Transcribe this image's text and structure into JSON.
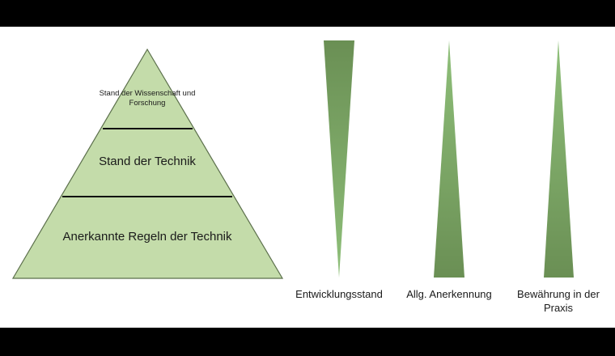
{
  "colors": {
    "background": "#ffffff",
    "letterbox": "#000000",
    "pyramid_fill": "#c4dcaa",
    "pyramid_stroke": "#5b6f4b",
    "divider": "#111111",
    "wedge_dark": "#6a8f54",
    "wedge_light": "#8fc07a",
    "text": "#1a1a1a"
  },
  "pyramid": {
    "levels": [
      {
        "label": "Stand der Wissenschaft und Forschung",
        "tier": "top"
      },
      {
        "label": "Stand der Technik",
        "tier": "middle"
      },
      {
        "label": "Anerkannte Regeln der Technik",
        "tier": "bottom"
      }
    ]
  },
  "wedges": [
    {
      "label": "Entwicklungsstand",
      "orientation": "wide-top"
    },
    {
      "label": "Allg. Anerkennung",
      "orientation": "wide-bottom"
    },
    {
      "label": "Bewährung in der Praxis",
      "orientation": "wide-bottom"
    }
  ]
}
